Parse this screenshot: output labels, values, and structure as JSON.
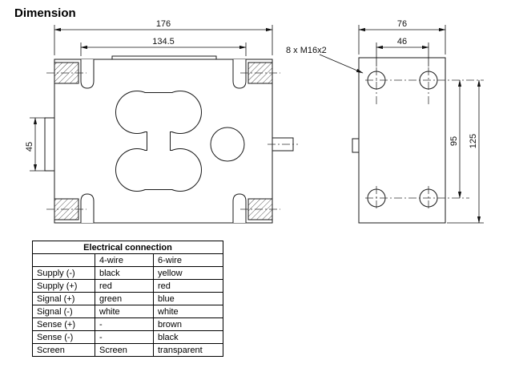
{
  "page": {
    "title": "Dimension"
  },
  "front_view": {
    "dim_outer_width": "176",
    "dim_inner_width": "134.5",
    "dim_left_height": "45"
  },
  "side_view": {
    "dim_width": "76",
    "dim_hole_span": "46",
    "dim_hole_pitch": "95",
    "dim_height": "125",
    "thread_label": "8 x M16x2"
  },
  "table": {
    "title": "Electrical connection",
    "headers": [
      "",
      "4-wire",
      "6-wire"
    ],
    "rows": [
      [
        "Supply (-)",
        "black",
        "yellow"
      ],
      [
        "Supply (+)",
        "red",
        "red"
      ],
      [
        "Signal (+)",
        "green",
        "blue"
      ],
      [
        "Signal (-)",
        "white",
        "white"
      ],
      [
        "Sense (+)",
        "-",
        "brown"
      ],
      [
        "Sense (-)",
        "-",
        "black"
      ],
      [
        "Screen",
        "Screen",
        "transparent"
      ]
    ]
  }
}
